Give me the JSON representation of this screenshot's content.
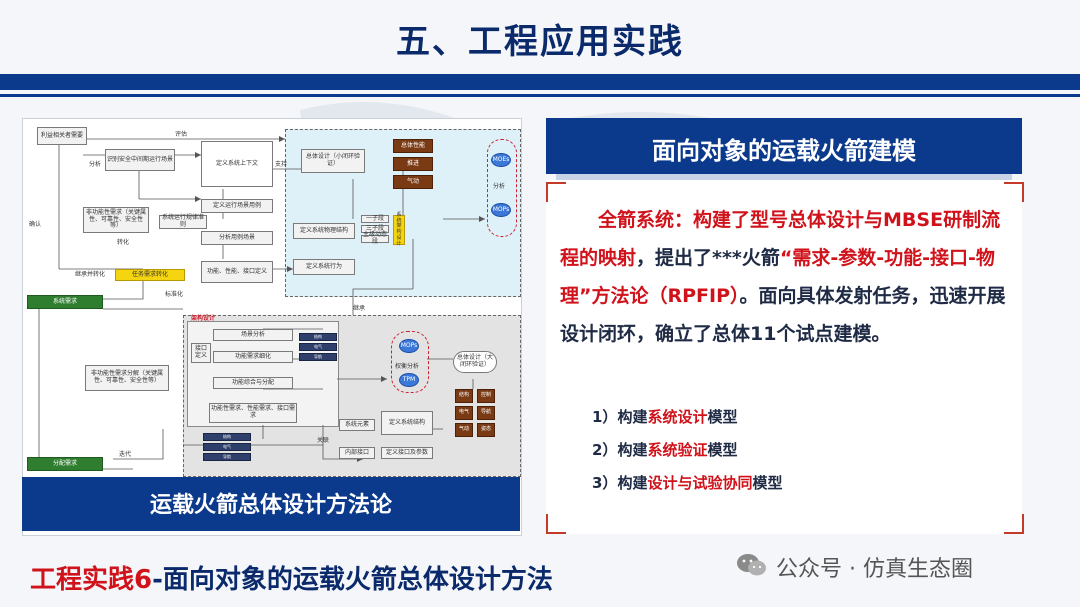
{
  "slide": {
    "title": "五、工程应用实践",
    "footer": {
      "label_red": "工程实践6",
      "label_rest": "-面向对象的运载火箭总体设计方法"
    },
    "watermark": "公众号 · 仿真生态圈"
  },
  "left_panel": {
    "caption": "运载火箭总体设计方法论",
    "diagram": {
      "stakeholder": "利益相关者需要",
      "identify": "识别安全中间期运行场景",
      "define_context": "定义系统上下文",
      "func_req_top": "非功能性需求（关键属性、可靠性、安全性等）",
      "sys_rules": "系统运行规律准则",
      "define_scenario": "定义运行场景用例",
      "analyze_scenario": "分析用例场景",
      "func_perf": "功能、性能、接口定义",
      "task_req": "任务需求转化",
      "sys_req": "系统需求",
      "overall_small": "总体设计（小闭环验证）",
      "define_struct": "定义系统物理结构",
      "define_behavior": "定义系统行为",
      "mode_a": "一子段",
      "mode_b": "三子段",
      "mode_c": "主级动态段",
      "sys_arch": "系统架构设计",
      "perf_items": [
        "总体性能",
        "推进",
        "气动"
      ],
      "mops": "MOEs",
      "mops2": "MOPs",
      "analysis": "分析",
      "arch_design": "架构设计",
      "scene_analysis": "场景分析",
      "func_req": "功能需求细化",
      "func_alloc": "功能综合与分配",
      "func_iface": "功能性需求、性能需求、接口需求",
      "iface_def": "接口定义",
      "nonfunc_req": "非功能性需求分解（关键属性、可靠性、安全性等）",
      "mcps": "MOPs",
      "tpm": "TPM",
      "trade": "权衡分析",
      "overall_big": "总体设计（大闭环验证）",
      "sys_elem": "系统元素",
      "iface": "内部接口",
      "def_sys_struct": "定义系统结构",
      "def_iface_param": "定义接口及参数",
      "alloc_req": "分配需求",
      "sub_items": [
        "结构",
        "电气",
        "导航",
        "气动",
        "姿态",
        "控制"
      ],
      "labels": {
        "eval": "评估",
        "analysis_l": "分析",
        "support": "支持",
        "convert": "转化",
        "confirm": "确认",
        "trace": "继承并转化",
        "standard": "标准化",
        "trace2": "继承",
        "relate": "关联",
        "iterate": "迭代"
      }
    }
  },
  "right_panel": {
    "header": "面向对象的运载火箭建模",
    "paragraph": {
      "lead": "全箭系统：构建了",
      "red1": "型号总体设计与MBSE研制流程的映射",
      "mid": "，提出了***火箭",
      "red2": "“需求-参数-功能-接口-物理”方法论（RPFIP）",
      "tail": "。面向具体发射任务，迅速开展设计闭环，确立了总体11个试点建模。"
    },
    "items": [
      {
        "num": "1）",
        "pre": "构建",
        "red": "系统设计",
        "post": "模型"
      },
      {
        "num": "2）",
        "pre": "构建",
        "red": "系统验证",
        "post": "模型"
      },
      {
        "num": "3）",
        "pre": "构建",
        "red": "设计与试验协同",
        "post": "模型"
      }
    ]
  },
  "colors": {
    "brand_navy": "#0b3a8c",
    "accent_red": "#d0121b",
    "text_dark": "#1f2a44"
  }
}
